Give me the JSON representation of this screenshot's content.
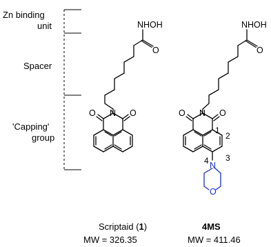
{
  "labels": {
    "zn_line1": "Zn binding",
    "zn_line2": "unit",
    "spacer": "Spacer",
    "capping_line1": "'Capping'",
    "capping_line2": "group"
  },
  "compound_left": {
    "name": "Scriptaid (",
    "number": "1",
    "name_close": ")",
    "mw": "MW = 326.35",
    "hydroxamate": "NHOH",
    "carbonyl_o": "O",
    "imide_n": "N",
    "imide_o_left": "O",
    "imide_o_right": "O"
  },
  "compound_right": {
    "name": "4MS",
    "mw": "MW = 411.46",
    "hydroxamate": "NHOH",
    "carbonyl_o": "O",
    "imide_n": "N",
    "imide_o_left": "O",
    "imide_o_right": "O",
    "pos1": "1",
    "pos2": "2",
    "pos3": "3",
    "pos4": "4",
    "morpholine_n": "N",
    "morpholine_o": "O"
  },
  "colors": {
    "morpholine": "#1a2ecc",
    "line": "#000000"
  }
}
